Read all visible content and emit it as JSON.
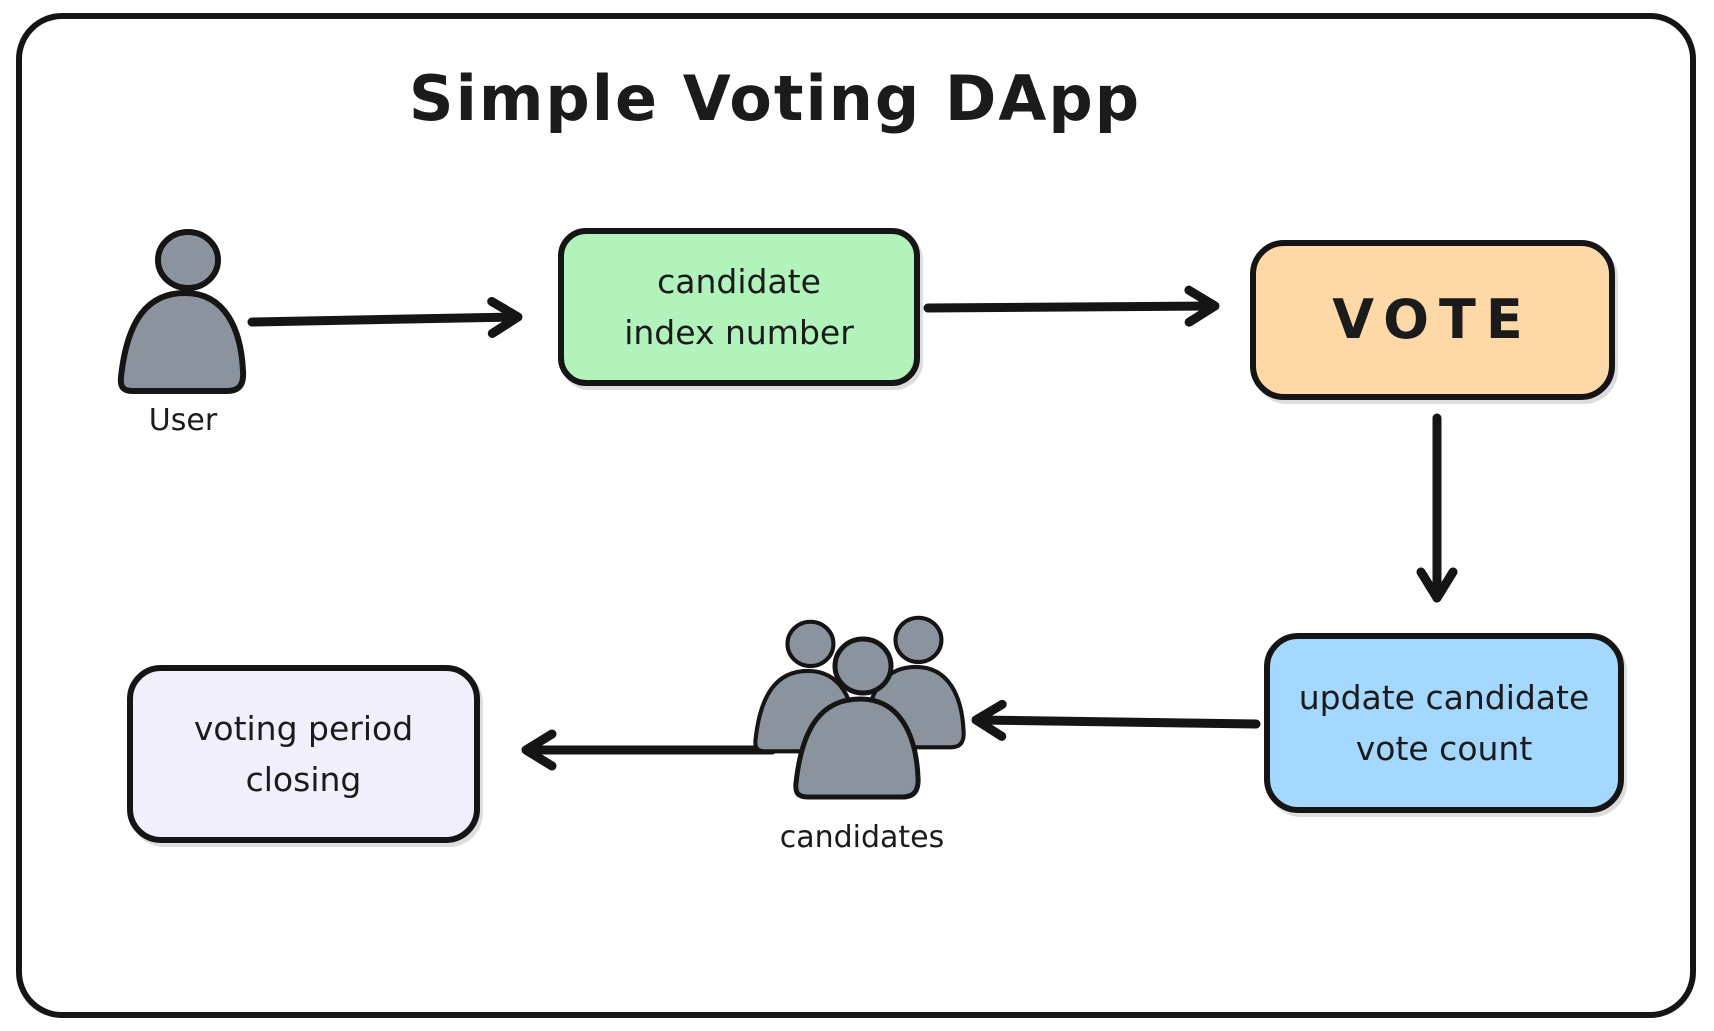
{
  "diagram": {
    "title": "Simple Voting DApp",
    "user": {
      "label": "User"
    },
    "candidate_index_box": {
      "line1": "candidate",
      "line2": "index number"
    },
    "vote_box": {
      "label": "VOTE"
    },
    "update_box": {
      "line1": "update candidate",
      "line2": "vote count"
    },
    "candidates_group": {
      "label": "candidates"
    },
    "voting_period_box": {
      "line1": "voting period",
      "line2": "closing"
    },
    "colors": {
      "green": "#b2f2bb",
      "orange": "#ffd8a8",
      "blue": "#a5d8ff",
      "lavender": "#f1effb",
      "person_gray": "#8b949e",
      "ink": "#151515"
    }
  }
}
